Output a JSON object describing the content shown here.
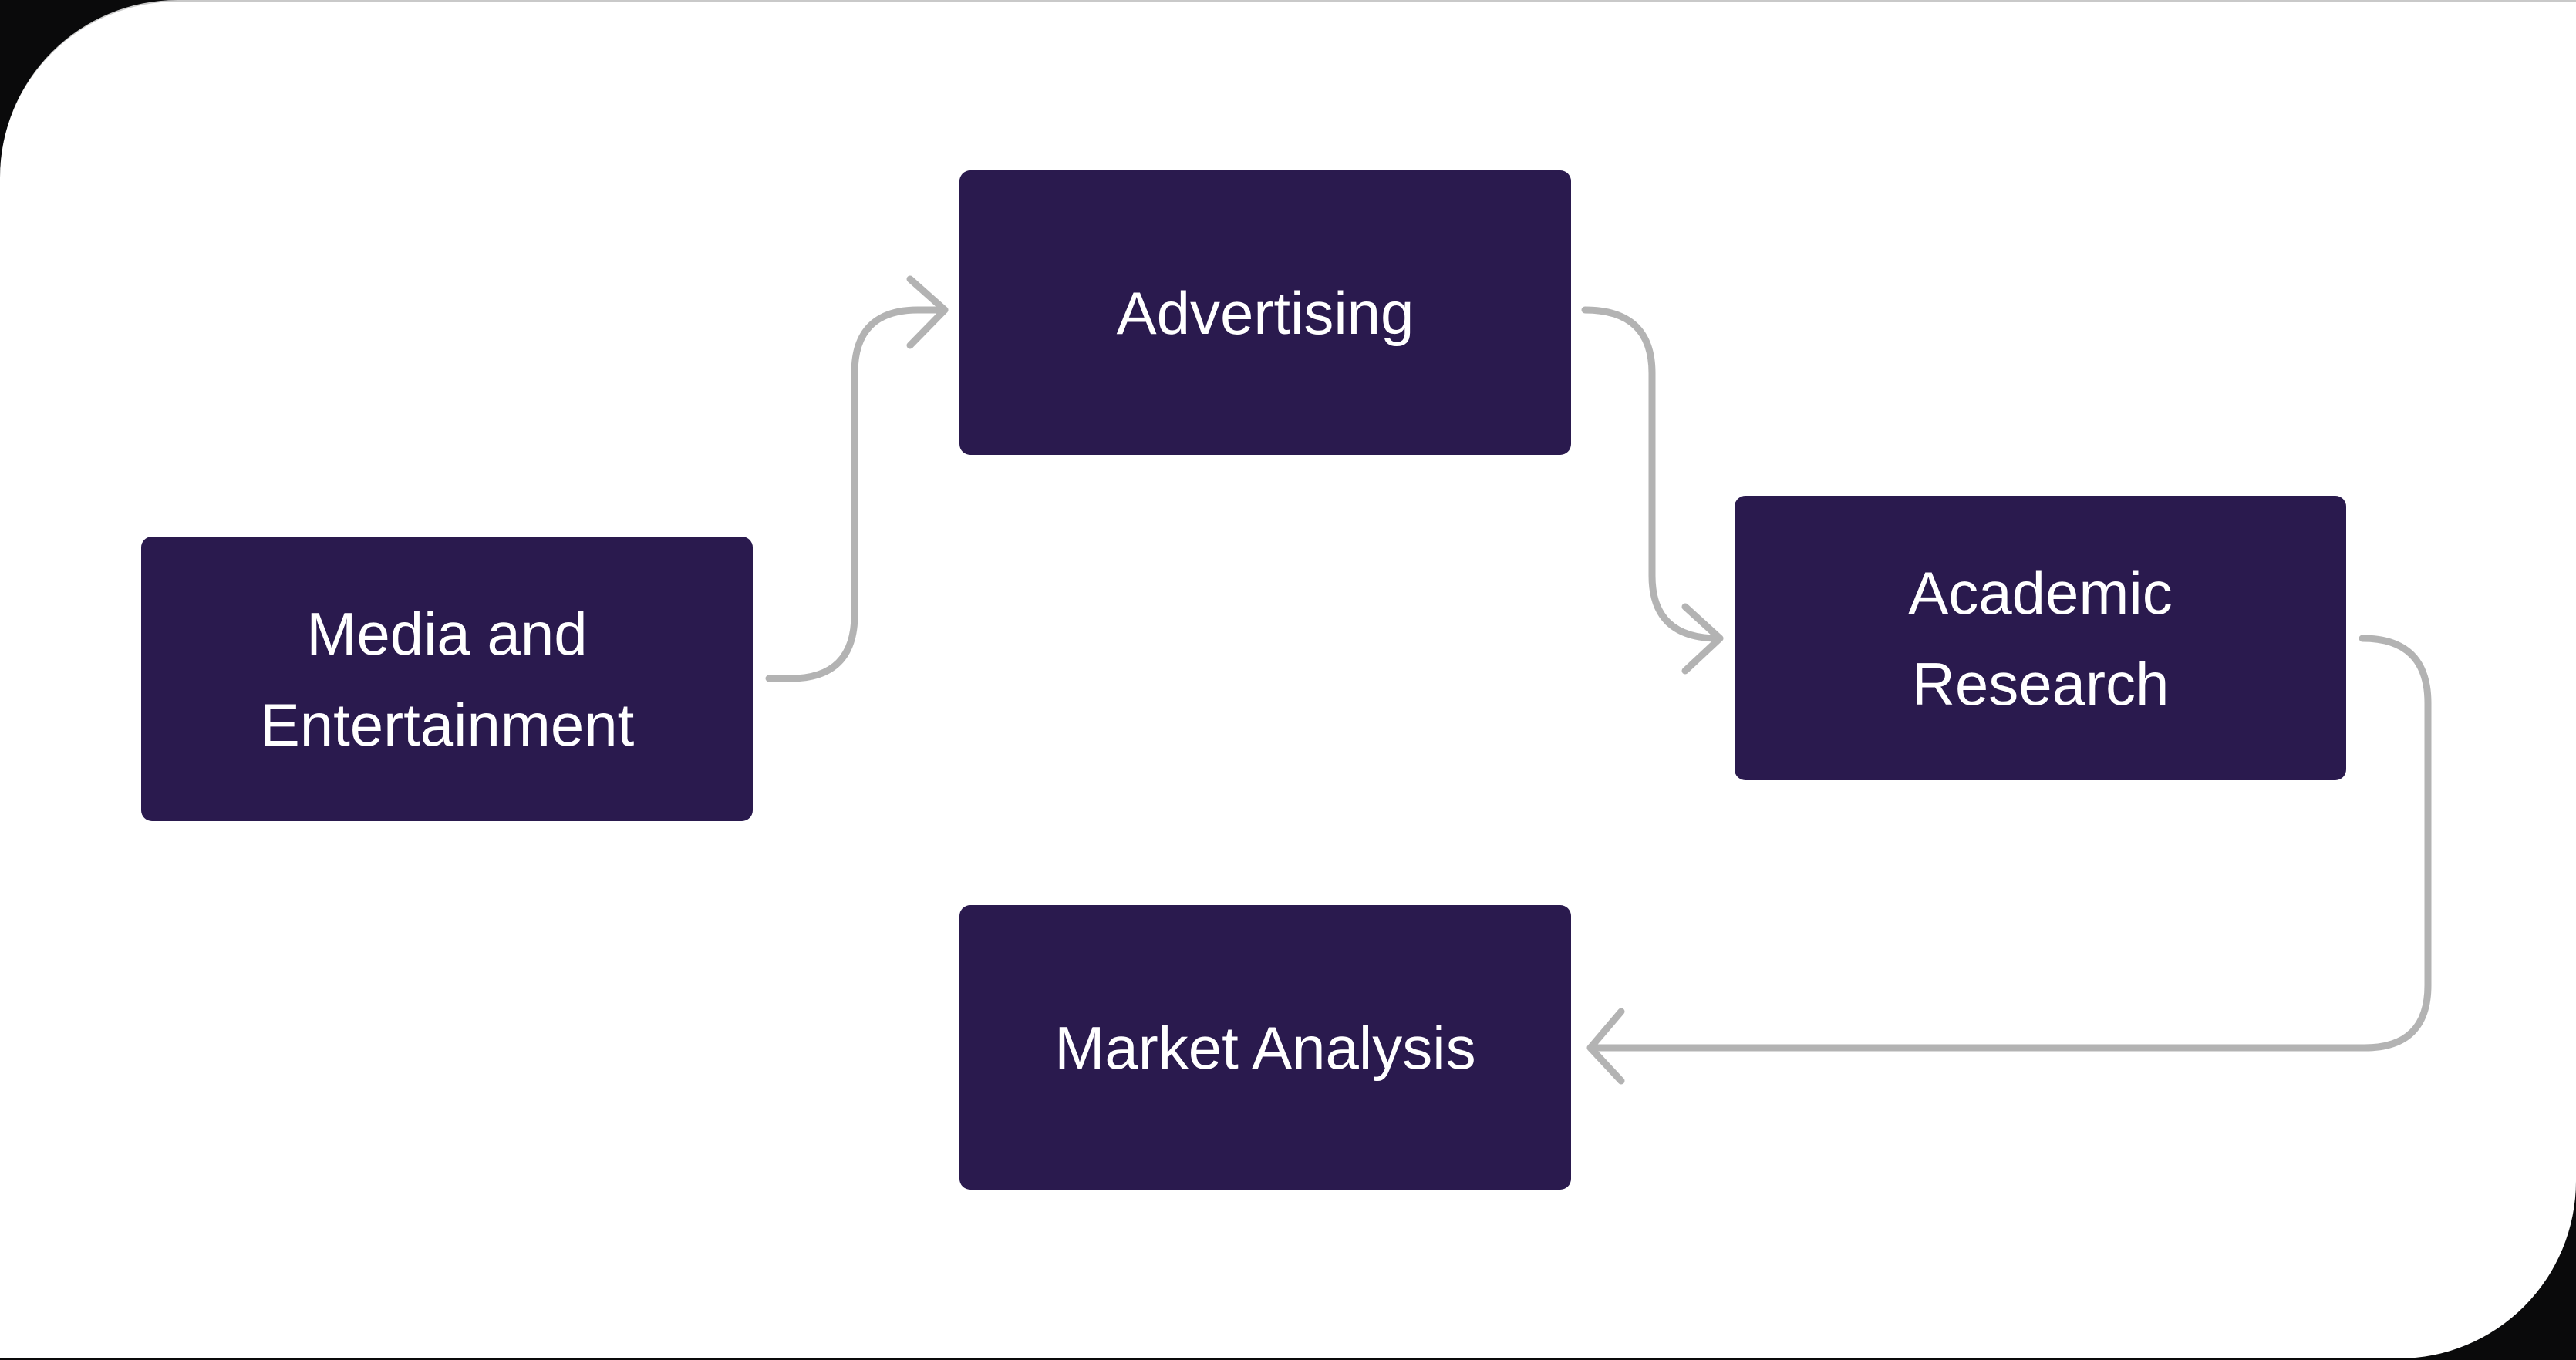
{
  "diagram": {
    "colors": {
      "node_fill": "#2a1a4e",
      "node_text": "#ffffff",
      "connector": "#b3b3b3",
      "background": "#ffffff"
    },
    "nodes": [
      {
        "id": "media",
        "label": "Media and Entertainment"
      },
      {
        "id": "advertising",
        "label": "Advertising"
      },
      {
        "id": "academic",
        "label": "Academic Research"
      },
      {
        "id": "market",
        "label": "Market Analysis"
      }
    ],
    "edges": [
      {
        "from": "media",
        "to": "advertising"
      },
      {
        "from": "advertising",
        "to": "academic"
      },
      {
        "from": "academic",
        "to": "market"
      }
    ]
  }
}
